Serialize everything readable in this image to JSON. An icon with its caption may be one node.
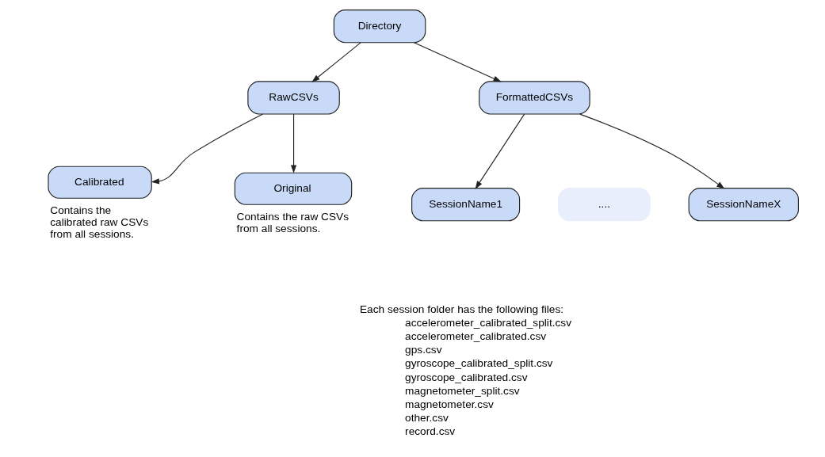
{
  "diagram": {
    "nodes": [
      {
        "text": [
          "Directory"
        ]
      },
      {
        "text": [
          "RawCSVs"
        ]
      },
      {
        "text": [
          "FormattedCSVs"
        ]
      },
      {
        "text": [
          "Calibrated"
        ],
        "beside": [
          "Contains the calibrated raw CSVs from all sessions."
        ]
      },
      {
        "text": [
          "Original"
        ],
        "beside": [
          "Contains the raw CSVs from all sessions."
        ]
      },
      {
        "text": [
          "SessionName1"
        ]
      },
      {
        "text": [
          "...."
        ]
      },
      {
        "text": [
          "SessionNameX"
        ]
      }
    ],
    "edges": [
      {
        "from": 0,
        "to": 1,
        "arrow": "to"
      },
      {
        "from": 0,
        "to": 2,
        "arrow": "to"
      },
      {
        "from": 1,
        "to": 3,
        "arrow": "to"
      },
      {
        "from": 1,
        "to": 4,
        "arrow": "to"
      },
      {
        "from": 2,
        "to": 5,
        "arrow": "to"
      },
      {
        "from": 2,
        "to": 7,
        "arrow": "to"
      }
    ],
    "labels": [
      "Each session folder has the following files:",
      "accelerometer_calibrated_split.csv",
      "accelerometer_calibrated.csv",
      "gps.csv",
      "gyroscope_calibrated_split.csv",
      "gyroscope_calibrated.csv",
      "magnetometer_split.csv",
      "magnetometer.csv",
      "other.csv",
      "record.csv"
    ]
  }
}
